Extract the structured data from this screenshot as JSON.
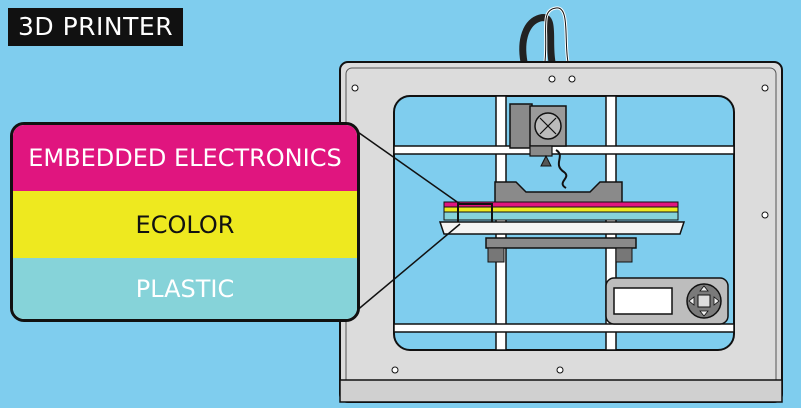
{
  "title": "3D PRINTER",
  "layers": [
    {
      "label": "EMBEDDED ELECTRONICS",
      "color": "#e0157f"
    },
    {
      "label": "ECOLOR",
      "color": "#eee91f"
    },
    {
      "label": "PLASTIC",
      "color": "#86d3d9"
    }
  ],
  "colors": {
    "background": "#7fcdee",
    "frame": "#dcdcdc",
    "outline": "#111111",
    "dark_part": "#8a8a8a"
  },
  "icons": [
    "nozzle-icon",
    "control-pad-icon",
    "filament-tube-icon"
  ]
}
